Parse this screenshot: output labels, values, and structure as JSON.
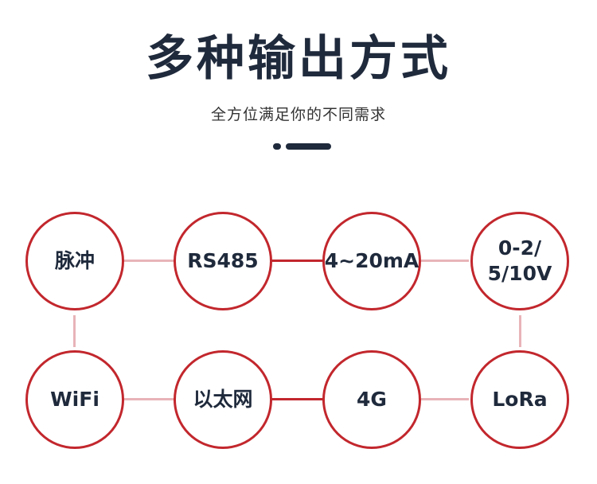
{
  "header": {
    "title": "多种输出方式",
    "subtitle": "全方位满足你的不同需求"
  },
  "nodes": [
    {
      "label": "脉冲"
    },
    {
      "label": "RS485"
    },
    {
      "label": "4~20mA"
    },
    {
      "label": "0-2/\n5/10V"
    },
    {
      "label": "WiFi"
    },
    {
      "label": "以太网"
    },
    {
      "label": "4G"
    },
    {
      "label": "LoRa"
    }
  ],
  "colors": {
    "accent": "#c2272d",
    "connector_light": "#e8b4b8",
    "text": "#1f2a3c"
  }
}
